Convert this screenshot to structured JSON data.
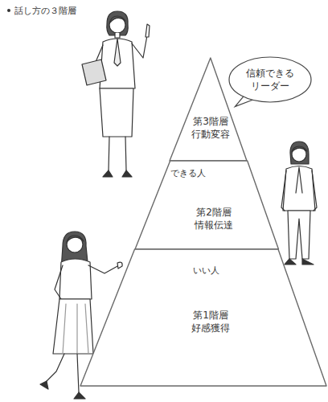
{
  "diagram": {
    "title": "話し方の３階層",
    "nodes": [
      {
        "text": [
          "第3階層",
          "行動変容"
        ]
      },
      {
        "text": [
          "信頼できる リーダー"
        ]
      },
      {
        "text": [
          "第2階層",
          "情報伝達"
        ]
      },
      {
        "text": [
          "第1階層",
          "好感獲得"
        ]
      }
    ],
    "labels": [
      "できる人",
      "いい人"
    ]
  }
}
